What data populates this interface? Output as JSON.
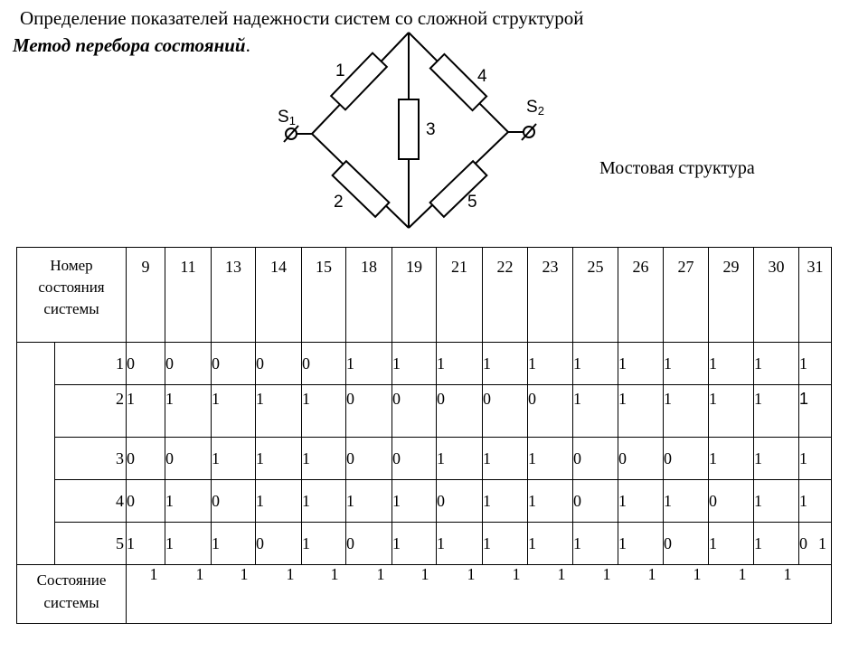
{
  "title": "Определение показателей надежности систем со сложной структурой",
  "subtitle": "Метод перебора состояний",
  "subtitle_end": ".",
  "caption": "Мостовая структура",
  "diagram": {
    "labels": {
      "e1": "1",
      "e2": "2",
      "e3": "3",
      "e4": "4",
      "e5": "5",
      "s1": "S",
      "s1_sub": "1",
      "s2": "S",
      "s2_sub": "2"
    }
  },
  "table": {
    "header_label": [
      "Номер",
      "состояния",
      "системы"
    ],
    "state_numbers": [
      "9",
      "11",
      "13",
      "14",
      "15",
      "18",
      "19",
      "21",
      "22",
      "23",
      "25",
      "26",
      "27",
      "29",
      "30",
      "31"
    ],
    "rows": [
      {
        "element": "1",
        "values": [
          "0",
          "0",
          "0",
          "0",
          "0",
          "1",
          "1",
          "1",
          "1",
          "1",
          "1",
          "1",
          "1",
          "1",
          "1",
          "1"
        ]
      },
      {
        "element": "2",
        "values": [
          "1",
          "1",
          "1",
          "1",
          "1",
          "0",
          "0",
          "0",
          "0",
          "0",
          "1",
          "1",
          "1",
          "1",
          "1",
          "1"
        ]
      },
      {
        "element": "3",
        "values": [
          "0",
          "0",
          "1",
          "1",
          "1",
          "0",
          "0",
          "1",
          "1",
          "1",
          "0",
          "0",
          "0",
          "1",
          "1",
          "1"
        ]
      },
      {
        "element": "4",
        "values": [
          "0",
          "1",
          "0",
          "1",
          "1",
          "1",
          "1",
          "0",
          "1",
          "1",
          "0",
          "1",
          "1",
          "0",
          "1",
          "1"
        ]
      },
      {
        "element": "5",
        "values": [
          "1",
          "1",
          "1",
          "0",
          "1",
          "0",
          "1",
          "1",
          "1",
          "1",
          "1",
          "1",
          "0",
          "1",
          "1",
          "0",
          "1"
        ]
      }
    ],
    "system_label": [
      "Состояние",
      "системы"
    ],
    "system_values": [
      "1",
      "1",
      "1",
      "1",
      "1",
      "1",
      "1",
      "1",
      "1",
      "1",
      "1",
      "1",
      "1",
      "1",
      "1"
    ]
  }
}
